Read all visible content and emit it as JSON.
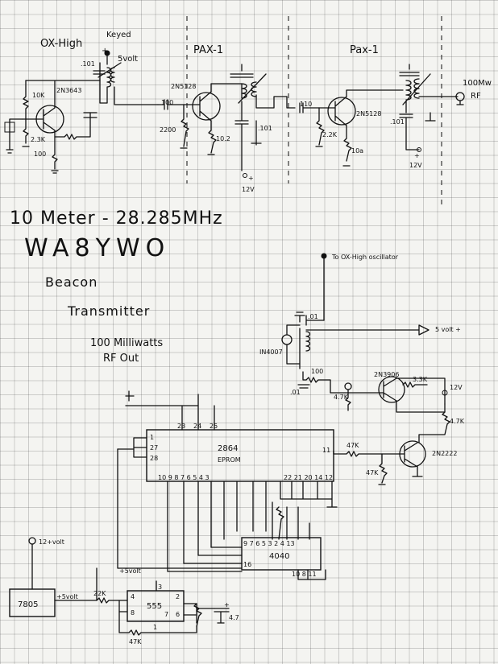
{
  "title": {
    "line1": "10 Meter - 28.285MHz",
    "callsign": "WA8YWO",
    "line3": "Beacon",
    "line4": "Transmitter",
    "line5": "100 Milliwatts",
    "line6": "RF Out"
  },
  "stages": {
    "osc": "OX-High",
    "keyed": "Keyed",
    "pax1a": "PAX-1",
    "pax1b": "Pax-1"
  },
  "labels": {
    "plus_osc": "+",
    "volt5_osc": "5volt",
    "r10k": "10K",
    "q1": "2N3643",
    "c101a": ".101",
    "r23k": "2.3K",
    "r100a": "100",
    "c100b": "100",
    "r2200": "2200",
    "q2": "2N5128",
    "r10a": "10.2",
    "c101b": ".101",
    "plus12a": "+",
    "v12a": "12V",
    "c110": "110",
    "r22k": "2.2K",
    "r10b": "10a",
    "q3": "2N5128",
    "c101c": ".101",
    "plus12b": "+",
    "v12b": "12V",
    "rf100": "100Mw",
    "rf": "RF",
    "to_osc": "To OX-High oscillator",
    "c01": ".01",
    "volt5_out": "5 volt +",
    "diode": "IN4007",
    "r100b": "100",
    "c01b": ".01",
    "r47k_led": "4.7K",
    "q4": "2N3906",
    "r33k": "3.3K",
    "v12c": "12V",
    "r47k_b": "4.7K",
    "r47k_c": "47K",
    "r47k_d": "47K",
    "q5": "2N2222",
    "eprom_num": "2864",
    "eprom": "EPROM",
    "pin23": "23",
    "pin24": "24",
    "pin25": "25",
    "pin1": "1",
    "pin27": "27",
    "pin28": "28",
    "pin11": "11",
    "pins_bottom_left": "10  9  8  7  6  5  4  3",
    "pins_bottom_right": "22 21 20 14 12",
    "cnt_num": "4040",
    "cnt_pins_top": "9  7  6  5  3  2  4  13",
    "pin16": "16",
    "cnt_pins_right": "10  8  11",
    "v12in": "12+volt",
    "v5b": "+5volt",
    "reg": "7805",
    "v5c": "+5volt",
    "r22k_t": "22K",
    "timer": "555",
    "t4": "4",
    "t8": "8",
    "t3": "3",
    "t2": "2",
    "t6": "6",
    "t7": "7",
    "t1": "1",
    "r47k_t": "47K",
    "c47": "4.7",
    "cplus": "+"
  }
}
